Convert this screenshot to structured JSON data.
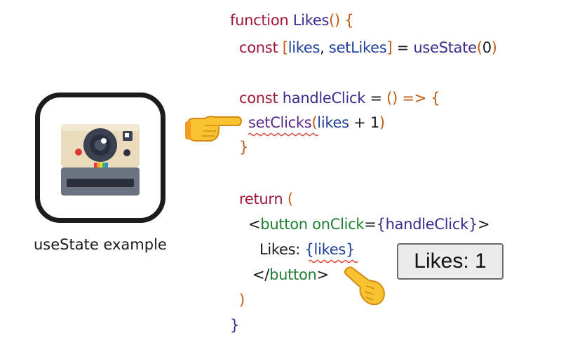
{
  "caption": "useState example",
  "code": {
    "l1": {
      "kw": "function",
      "fn": "Likes",
      "pn": "() {"
    },
    "l2": {
      "kw": "const",
      "p1": "[",
      "v1": "likes",
      "c": ",",
      "v2": "setLikes",
      "p2": "]",
      "eq": "=",
      "fn": "useState",
      "p3": "(",
      "num": "0",
      "p4": ")"
    },
    "l3": {
      "kw": "const",
      "v1": "handleClick",
      "eq": "=",
      "p1": "() =>",
      "p2": "{"
    },
    "l4": {
      "fn": "setClicks",
      "p1": "(",
      "v1": "likes",
      "op": "+",
      "num": "1",
      "p2": ")"
    },
    "l5": {
      "p1": "}"
    },
    "l6": {
      "kw": "return",
      "p1": "("
    },
    "l7": {
      "lt": "<",
      "tag": "button",
      "attr": "onClick",
      "eq": "=",
      "ob": "{",
      "v1": "handleClick",
      "cb": "}",
      "gt": ">"
    },
    "l8": {
      "tx": "Likes:",
      "ob": "{",
      "v1": "likes",
      "cb": "}"
    },
    "l9": {
      "lt": "</",
      "tag": "button",
      "gt": ">"
    },
    "l10": {
      "p1": ")"
    },
    "l11": {
      "p1": "}"
    }
  },
  "result_button": {
    "label": "Likes: 1"
  },
  "icons": {
    "app": "instant-camera-icon",
    "pointer1": "pointing-hand-right-icon",
    "pointer2": "pointing-hand-up-left-icon"
  },
  "colors": {
    "keyword": "#a1173a",
    "function": "#3a2d8f",
    "variable": "#1f3f9c",
    "punctuation": "#c05a14",
    "tag": "#1e8032",
    "squiggle": "#e0473a"
  }
}
